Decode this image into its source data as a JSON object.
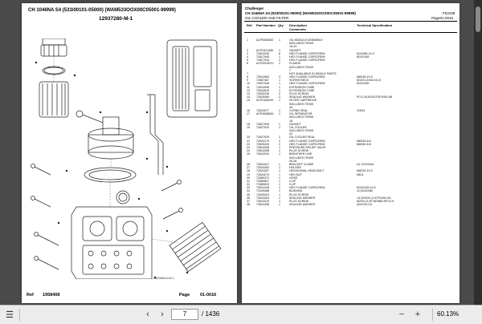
{
  "left_page": {
    "title_line": "CH 1046NA S4 (533/00101-05000) (WAM533OOX00C05001-99999)",
    "diagram_code": "12937280-M-1",
    "diagram_caption": "23235644-M-1",
    "footer_ref_label": "Ref",
    "footer_ref_value": "1958408",
    "footer_page_label": "Page",
    "footer_page_value": "01-0016"
  },
  "right_page": {
    "brand": "Challenger",
    "title_line": "CH 1046NA S4 (533/00101-05000) (WAM533OOX00C05001-99999)",
    "code": "F53108",
    "section": "OIL COOLER AND FILTER",
    "page_ref": "Page01-0016",
    "col_ref": "Ref.",
    "col_part": "Part Number",
    "col_qty": "Qty",
    "col_desc": "Description",
    "col_comments": "Comments",
    "col_spec": "Technical Specification",
    "rows": [
      {
        "ref": "1",
        "pn": "ACP0008530",
        "qty": "1",
        "desc": "OIL MODULE ASSEMBLY",
        "spec": ""
      },
      {
        "ref": "",
        "pn": "",
        "qty": "",
        "desc": "INCLUDES ITEMS",
        "spec": ""
      },
      {
        "ref": "",
        "pn": "",
        "qty": "",
        "desc": "15-24",
        "spec": ""
      },
      {
        "ref": "2",
        "pn": "ACP0411380",
        "qty": "1",
        "desc": "GASKET",
        "spec": ""
      },
      {
        "ref": "3",
        "pn": "72624245",
        "qty": "8",
        "desc": "HEX FLANGE CAPSCREW",
        "spec": "M10X85-10.9"
      },
      {
        "ref": "4",
        "pn": "72627945",
        "qty": "1",
        "desc": "HEX FLANGE CAPSCREW",
        "spec": "M10X165"
      },
      {
        "ref": "5",
        "pn": "72627915",
        "qty": "2",
        "desc": "HEX FLANGE CAPSCREW",
        "spec": ""
      },
      {
        "ref": "6",
        "pn": "ACP0003570",
        "qty": "1",
        "desc": "FLANGE",
        "spec": ""
      },
      {
        "ref": "",
        "pn": "",
        "qty": "",
        "desc": "INCLUDES ITEMS",
        "spec": ""
      },
      {
        "ref": "",
        "pn": "",
        "qty": "",
        "desc": "7",
        "spec": ""
      },
      {
        "ref": "7",
        "pn": "",
        "qty": "",
        "desc": "NOT AVAILABLE IN SINGLE PARTS",
        "spec": ""
      },
      {
        "ref": "8",
        "pn": "72624963",
        "qty": "3",
        "desc": "HEX FLANGE CAPSCREW",
        "spec": "M8X45-10.9"
      },
      {
        "ref": "9",
        "pn": "72587467",
        "qty": "1",
        "desc": "SCREW NECK",
        "spec": "M10X1,5X61X41,5"
      },
      {
        "ref": "10",
        "pn": "72627945",
        "qty": "1",
        "desc": "HEX FLANGE CAPSCREW",
        "spec": "M10X165"
      },
      {
        "ref": "11",
        "pn": "72624999",
        "qty": "1",
        "desc": "EXTENSION TUBE",
        "spec": ""
      },
      {
        "ref": "12",
        "pn": "72624615",
        "qty": "1",
        "desc": "EXTENSION TUBE",
        "spec": ""
      },
      {
        "ref": "13",
        "pn": "72625235",
        "qty": "2",
        "desc": "PLUG SCREW",
        "spec": ""
      },
      {
        "ref": "14",
        "pn": "72625489",
        "qty": "2",
        "desc": "SEALING WASHER",
        "spec": "PCS-18,5X26,5TIPX/M1-88"
      },
      {
        "ref": "15",
        "pn": "ACP0184092",
        "qty": "1",
        "desc": "FILTER CARTRIDGE",
        "spec": ""
      },
      {
        "ref": "",
        "pn": "",
        "qty": "",
        "desc": "INCLUDES ITEMS",
        "spec": ""
      },
      {
        "ref": "",
        "pn": "",
        "qty": "",
        "desc": "16",
        "spec": ""
      },
      {
        "ref": "16",
        "pn": "72624577",
        "qty": "1",
        "desc": "O-RING SEAL",
        "spec": "125X4"
      },
      {
        "ref": "17",
        "pn": "ACP0008546",
        "qty": "1",
        "desc": "OIL SEPARATOR",
        "spec": ""
      },
      {
        "ref": "",
        "pn": "",
        "qty": "",
        "desc": "INCLUDES ITEMS",
        "spec": ""
      },
      {
        "ref": "",
        "pn": "",
        "qty": "",
        "desc": "18",
        "spec": ""
      },
      {
        "ref": "18",
        "pn": "72627918",
        "qty": "1",
        "desc": "GASKET",
        "spec": ""
      },
      {
        "ref": "19",
        "pn": "72627910",
        "qty": "1",
        "desc": "OIL COOLER",
        "spec": ""
      },
      {
        "ref": "",
        "pn": "",
        "qty": "",
        "desc": "INCLUDES ITEMS",
        "spec": ""
      },
      {
        "ref": "",
        "pn": "",
        "qty": "",
        "desc": "20",
        "spec": ""
      },
      {
        "ref": "20",
        "pn": "72627929",
        "qty": "2",
        "desc": "OIL COOLER SEAL",
        "spec": ""
      },
      {
        "ref": "21",
        "pn": "72624179",
        "qty": "2",
        "desc": "HEX FLANGE CAPSCREW",
        "spec": "M8X45-8.8"
      },
      {
        "ref": "22",
        "pn": "72625226",
        "qty": "2",
        "desc": "HEX FLANGE CAPSCREW",
        "spec": "M8X60-8.8"
      },
      {
        "ref": "23",
        "pn": "72624256",
        "qty": "1",
        "desc": "PRESSURE-RELIEF VALVE",
        "spec": ""
      },
      {
        "ref": "24",
        "pn": "72624398",
        "qty": "1",
        "desc": "PLUG SCREW",
        "spec": ""
      },
      {
        "ref": "25",
        "pn": "72624343",
        "qty": "1",
        "desc": "BREATHER LINE",
        "spec": ""
      },
      {
        "ref": "",
        "pn": "",
        "qty": "",
        "desc": "INCLUDES ITEMS",
        "spec": ""
      },
      {
        "ref": "",
        "pn": "",
        "qty": "",
        "desc": "26-28",
        "spec": ""
      },
      {
        "ref": "26",
        "pn": "72624317",
        "qty": "1",
        "desc": "BRACKET CLAMP",
        "spec": "A1-22X20/A4"
      },
      {
        "ref": "27",
        "pn": "72624492",
        "qty": "1",
        "desc": "HOLDER",
        "spec": ""
      },
      {
        "ref": "28",
        "pn": "72624267",
        "qty": "1",
        "desc": "HEXAGONAL HEAD BOLT",
        "spec": "M8X25-10.9"
      },
      {
        "ref": "29",
        "pn": "72624274",
        "qty": "1",
        "desc": "HEX NUT",
        "spec": "M8-8"
      },
      {
        "ref": "30",
        "pn": "72589372",
        "qty": "1",
        "desc": "HOSE",
        "spec": ""
      },
      {
        "ref": "31",
        "pn": "72589607",
        "qty": "1",
        "desc": "CLIP",
        "spec": ""
      },
      {
        "ref": "32",
        "pn": "72589003",
        "qty": "1",
        "desc": "CLIP",
        "spec": ""
      },
      {
        "ref": "33",
        "pn": "72624245",
        "qty": "1",
        "desc": "HEX FLANGE CAPSCREW",
        "spec": "M10X105-10.9"
      },
      {
        "ref": "34",
        "pn": "72449486",
        "qty": "1",
        "desc": "BUSHING",
        "spec": "12,5X24X85"
      },
      {
        "ref": "35",
        "pn": "72625224",
        "qty": "1",
        "desc": "PLUG SCREW",
        "spec": ""
      },
      {
        "ref": "36",
        "pn": "72624303",
        "qty": "1",
        "desc": "SEALING WASHER",
        "spec": "14,3X20X1,5-STPX/M1-80"
      },
      {
        "ref": "37",
        "pn": "72624319",
        "qty": "1",
        "desc": "PLUG SCREW",
        "spec": "M20X1,5-8T-NIS860-RK12-K"
      },
      {
        "ref": "38",
        "pn": "72624296",
        "qty": "1",
        "desc": "SEALING WASHER",
        "spec": "A24X29-CU"
      }
    ]
  },
  "toolbar": {
    "current_page": "7",
    "total_pages": "/ 1436",
    "zoom": "60.13%"
  }
}
